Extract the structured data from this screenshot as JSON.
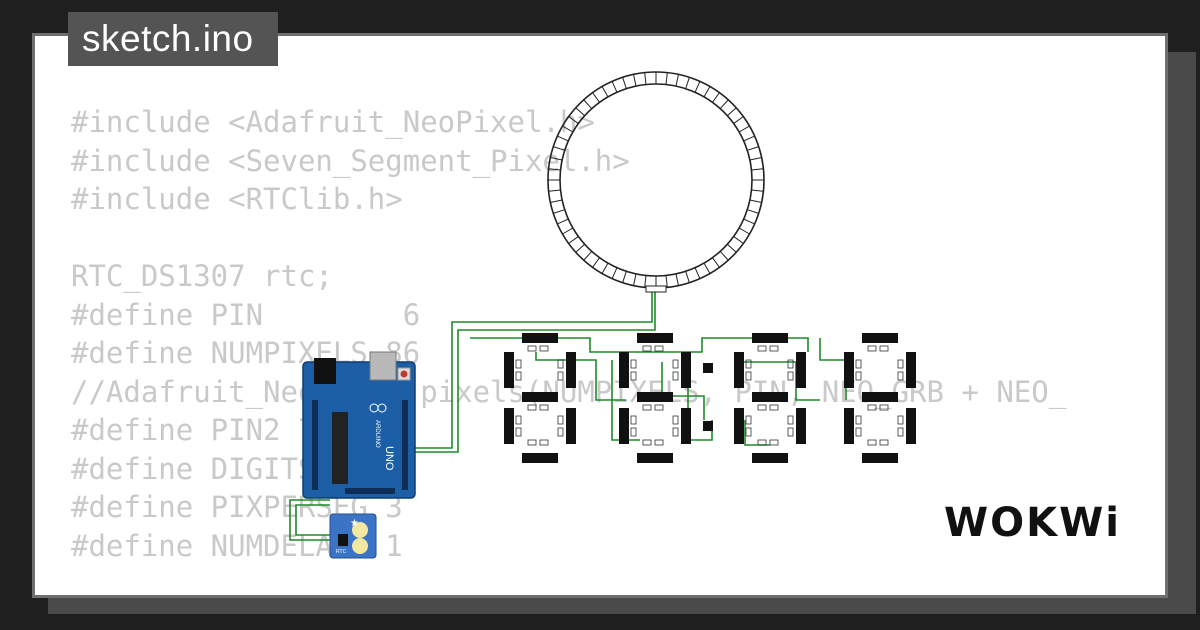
{
  "title": "sketch.ino",
  "code_lines": [
    "#include <Adafruit_NeoPixel.h>",
    "#include <Seven_Segment_Pixel.h>",
    "#include <RTClib.h>",
    "",
    "RTC_DS1307 rtc;",
    "#define PIN        6",
    "#define NUMPIXELS 86",
    "//Adafruit_NeoPixel pixels(NUMPIXELS, PIN, NEO_GRB + NEO_",
    "#define PIN2 7",
    "#define DIGITS 4",
    "#define PIXPERSEG 3",
    "#define NUMDELAYS 1"
  ],
  "board": {
    "logo_text": "UNO",
    "brand_text": "ARDUINO"
  },
  "rtc_module": {
    "label": "RTC"
  },
  "brand": {
    "logo": "WOKWi"
  },
  "ring": {
    "pixel_count": 60
  },
  "digits": {
    "count": 4,
    "colon": true
  },
  "colors": {
    "board": "#1d5fa6",
    "wire": "#1e8a2a",
    "segment": "#111111",
    "code_text": "#c9c9c9",
    "badge_bg": "#545454",
    "frame": "#6f6f6f"
  }
}
